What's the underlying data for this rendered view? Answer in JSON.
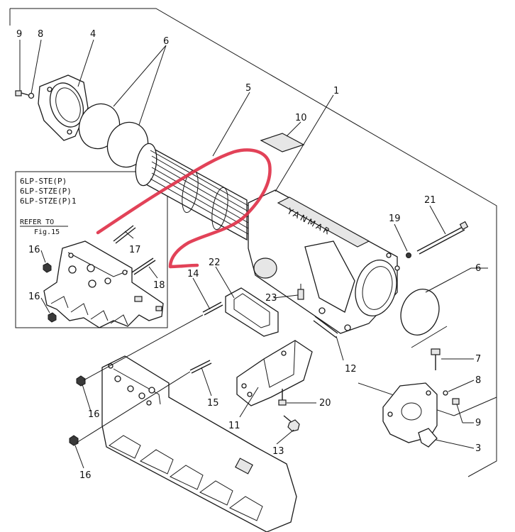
{
  "callouts": {
    "c1": "1",
    "c3": "3",
    "c4": "4",
    "c5": "5",
    "c6a": "6",
    "c6b": "6",
    "c7": "7",
    "c8a": "8",
    "c8b": "8",
    "c9a": "9",
    "c9b": "9",
    "c10": "10",
    "c11": "11",
    "c12": "12",
    "c13": "13",
    "c14": "14",
    "c15": "15",
    "c16a": "16",
    "c16b": "16",
    "c16c": "16",
    "c16d": "16",
    "c17": "17",
    "c18": "18",
    "c19": "19",
    "c20": "20",
    "c21": "21",
    "c22": "22",
    "c23": "23"
  },
  "inset": {
    "model_1": "6LP-STE(P)",
    "model_2": "6LP-STZE(P)",
    "model_3": "6LP-STZE(P)1",
    "refer_line1": "REFER TO",
    "refer_line2": "Fig.15"
  },
  "cooler_brand": "YANMAR",
  "annotation_color": "#e0324a"
}
